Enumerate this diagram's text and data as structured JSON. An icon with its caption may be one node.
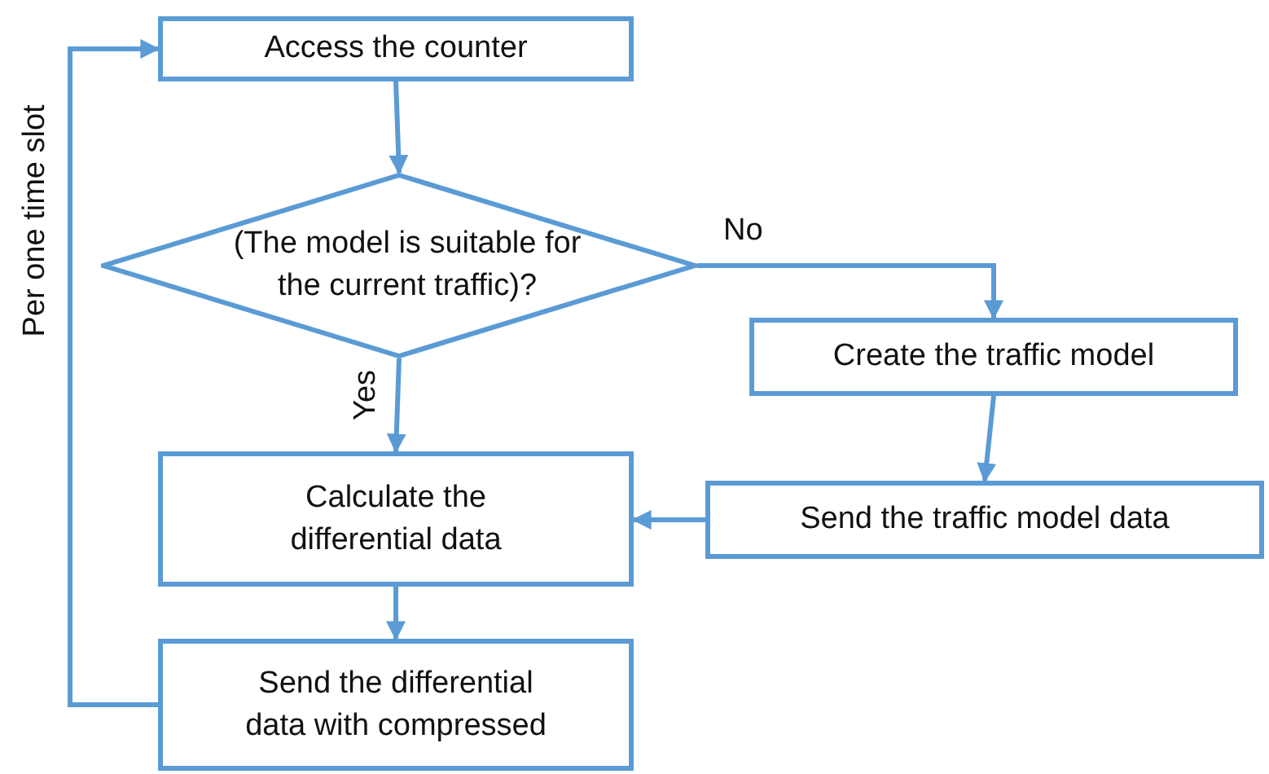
{
  "diagram": {
    "nodes": [
      {
        "text": [
          "Access the counter"
        ]
      },
      {
        "text": [
          "(The model is suitable for the current traffic)?"
        ]
      },
      {
        "text": [
          "Create the traffic model"
        ]
      },
      {
        "text": [
          "Calculate the differential data"
        ]
      },
      {
        "text": [
          "Send the traffic model data"
        ]
      },
      {
        "text": [
          "Send the differential data with compressed"
        ]
      }
    ],
    "edges": [
      {
        "from": 0,
        "to": 1,
        "arrow": "to"
      },
      {
        "from": 1,
        "to": 2,
        "arrow": "to",
        "label": "No"
      },
      {
        "from": 1,
        "to": 3,
        "arrow": "to",
        "label": "Yes"
      },
      {
        "from": 2,
        "to": 4,
        "arrow": "to"
      },
      {
        "from": 4,
        "to": 3,
        "arrow": "to"
      },
      {
        "from": 3,
        "to": 5,
        "arrow": "to"
      },
      {
        "from": 5,
        "to": 0,
        "arrow": "to",
        "label": "Per one time slot"
      }
    ]
  }
}
